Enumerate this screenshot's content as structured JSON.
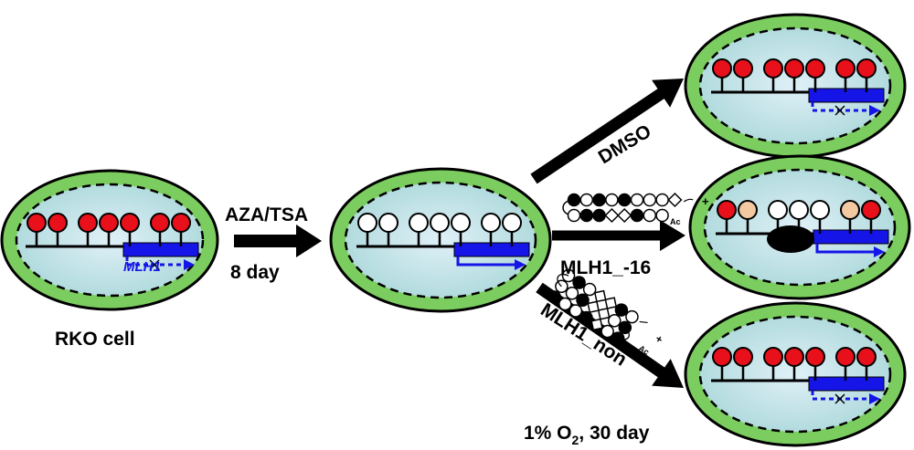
{
  "labels": {
    "rko_cell": "RKO cell",
    "mlh1": "MLH1",
    "aza_tsa": "AZA/TSA",
    "eight_day": "8 day",
    "dmso": "DMSO",
    "mlh1_16": "MLH1_-16",
    "mlh1_non": "MLH1_non",
    "oxygen_prefix": "1% O",
    "oxygen_sub": "2",
    "oxygen_suffix": ", 30 day",
    "ac_top": "Ac",
    "ac_bottom": "Ac",
    "plus_top": "+",
    "plus_bottom": "+"
  },
  "colors": {
    "cell_fill": "#7ccd5f",
    "nucleus_fill": "#c8e6f0",
    "methylated": "#e8101a",
    "partial": "#f2c9a0",
    "unmethylated": "#ffffff",
    "gene": "#1515e8",
    "outline": "#000000"
  },
  "cells": [
    {
      "id": "rko",
      "states": [
        "m",
        "m",
        "m",
        "m",
        "m",
        "m",
        "m"
      ],
      "transcription": "blocked",
      "gene_label": true,
      "complex": false
    },
    {
      "id": "treated",
      "states": [
        "u",
        "u",
        "u",
        "u",
        "u",
        "u",
        "u"
      ],
      "transcription": "active",
      "gene_label": false,
      "complex": false
    },
    {
      "id": "dmso",
      "states": [
        "m",
        "m",
        "m",
        "m",
        "m",
        "m",
        "m"
      ],
      "transcription": "blocked",
      "gene_label": false,
      "complex": false
    },
    {
      "id": "mlh1-16",
      "states": [
        "m",
        "p",
        "u",
        "u",
        "u",
        "p",
        "m"
      ],
      "transcription": "active",
      "gene_label": false,
      "complex": true
    },
    {
      "id": "mlh1-non",
      "states": [
        "m",
        "m",
        "m",
        "m",
        "m",
        "m",
        "m"
      ],
      "transcription": "blocked",
      "gene_label": false,
      "complex": false
    }
  ],
  "probe_top": {
    "row1": [
      "f",
      "o",
      "f",
      "o",
      "f",
      "o",
      "o",
      "o",
      "d"
    ],
    "row2": [
      "o",
      "f",
      "f",
      "d",
      "d",
      "f",
      "o",
      "o"
    ]
  },
  "probe_bottom": {
    "row1": [
      "o",
      "f",
      "o",
      "d",
      "d",
      "f",
      "o"
    ],
    "row2": [
      "o",
      "o",
      "f",
      "d",
      "d",
      "o",
      "f"
    ],
    "row3": [
      "f",
      "o",
      "o",
      "f",
      "d",
      "o",
      "f"
    ]
  }
}
